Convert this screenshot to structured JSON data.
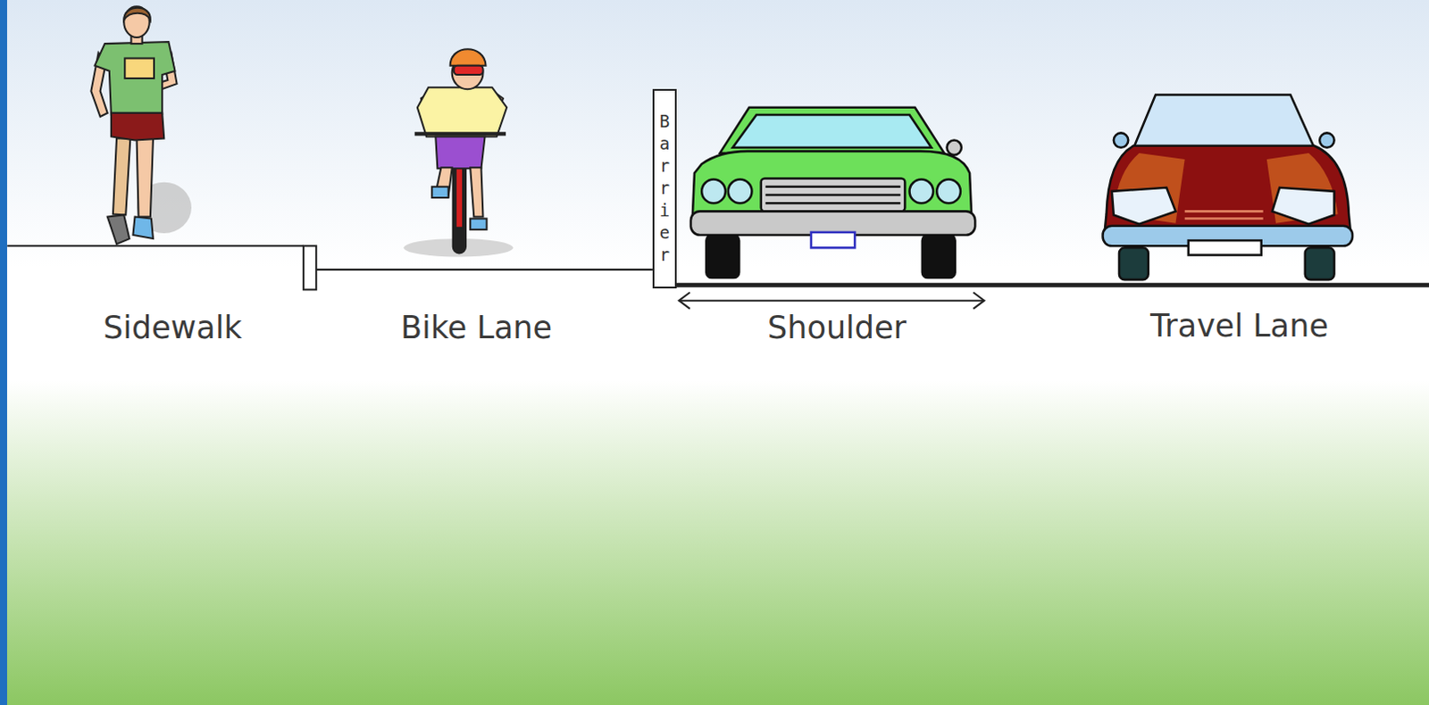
{
  "diagram": {
    "nodes": [
      {
        "text": [
          "Barrier"
        ]
      }
    ],
    "labels": [
      "Sidewalk",
      "Bike Lane",
      "Shoulder",
      "Travel Lane"
    ]
  }
}
